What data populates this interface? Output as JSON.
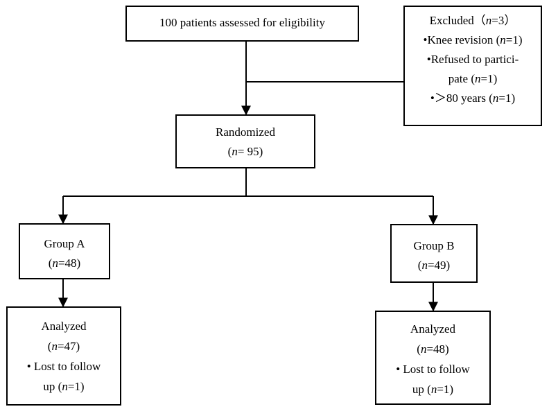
{
  "assessed": {
    "text": "100 patients assessed for eligibility"
  },
  "excluded": {
    "title_prefix": "Excluded（",
    "title_n": "n",
    "title_suffix": "=3）",
    "items": [
      {
        "bullet": "•",
        "pre": "Knee revision (",
        "n": "n",
        "post": "=1)"
      },
      {
        "bullet": "•",
        "pre": "Refused to partici-",
        "n": "",
        "post": ""
      },
      {
        "bullet": "",
        "pre": "pate (",
        "n": "n",
        "post": "=1)"
      },
      {
        "bullet": "•",
        "pre": "＞80 years (",
        "n": "n",
        "post": "=1)"
      }
    ]
  },
  "randomized": {
    "label": "Randomized",
    "pre": "(",
    "n": "n",
    "post": "= 95)"
  },
  "group_a": {
    "label": "Group A",
    "pre": "(",
    "n": "n",
    "post": "=48)"
  },
  "group_b": {
    "label": "Group B",
    "pre": "(",
    "n": "n",
    "post": "=49)"
  },
  "analyzed_a": {
    "label": "Analyzed",
    "pre": "(",
    "n": "n",
    "post": "=47)",
    "lost_line1": "• Lost to follow",
    "lost_pre": "up (",
    "lost_n": "n",
    "lost_post": "=1)"
  },
  "analyzed_b": {
    "label": "Analyzed",
    "pre": "(",
    "n": "n",
    "post": "=48)",
    "lost_line1": "• Lost to follow",
    "lost_pre": "up (",
    "lost_n": "n",
    "lost_post": "=1)"
  }
}
